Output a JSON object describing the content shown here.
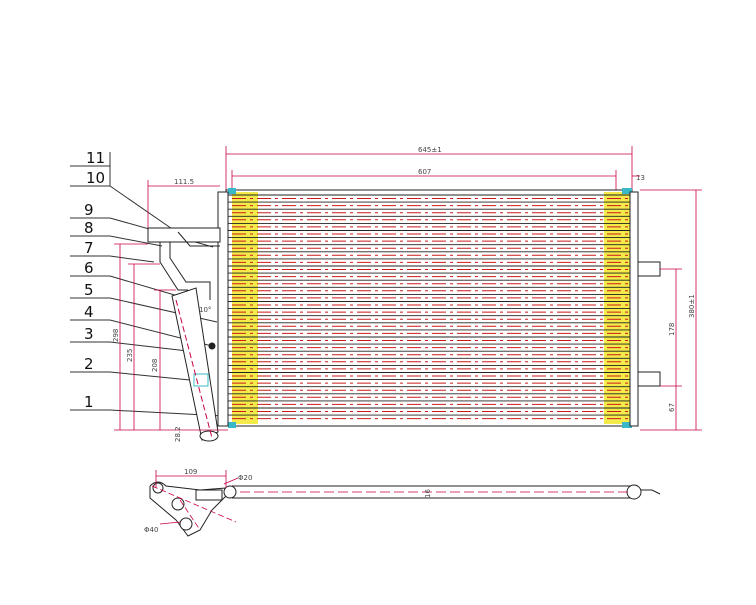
{
  "callouts": [
    "11",
    "10",
    "9",
    "8",
    "7",
    "6",
    "5",
    "4",
    "3",
    "2",
    "1"
  ],
  "dimensions": {
    "overall_width": "645±1",
    "core_width": "607",
    "right_tab": "13",
    "bracket_offset": "111.5",
    "overall_height": "380±1",
    "mount_spacing": "178",
    "mount_bottom": "67",
    "left_h_298": "298",
    "left_h_235": "235",
    "left_h_208": "208",
    "angle": "10°",
    "dryer_dia": "28.2",
    "bottom_offset": "109",
    "pipe_dia": "Φ20",
    "fitting_dia": "Φ40",
    "section_mark": "16"
  },
  "colors": {
    "line": "#222222",
    "dimension": "#c8004a",
    "fin_red": "#cc1a1a",
    "tube_yellow": "#f4ea4a",
    "tab_cyan": "#39b9c7"
  }
}
